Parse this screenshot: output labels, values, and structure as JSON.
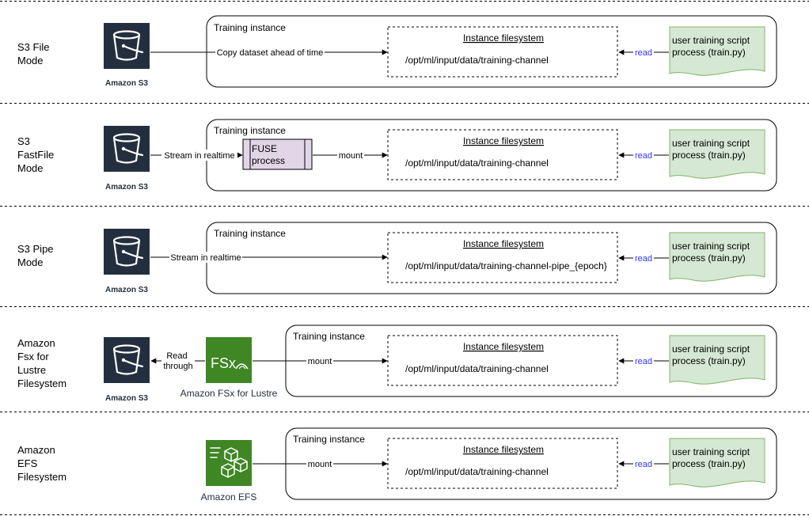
{
  "colors": {
    "s3_tile": "#232f3e",
    "storage_green": "#3f8624",
    "script_fill": "#d5e8d4",
    "script_stroke": "#82b366",
    "fuse_fill": "#e1d5e7",
    "read_text": "#3333ff"
  },
  "common": {
    "training_instance": "Training instance",
    "instance_filesystem": "Instance filesystem",
    "script_line1": "user training script",
    "script_line2": "process (train.py)",
    "read": "read",
    "s3_name": "Amazon S3",
    "s3_icon": "s3-bucket-icon"
  },
  "rows": [
    {
      "id": "file",
      "mode": [
        "S3 File",
        "Mode"
      ],
      "connector": "Copy dataset ahead of time",
      "path": "/opt/ml/input/data/training-channel"
    },
    {
      "id": "fastfile",
      "mode": [
        "S3",
        "FastFile",
        "Mode"
      ],
      "connector": "Stream in realtime",
      "fuse": [
        "FUSE",
        "process"
      ],
      "mount": "mount",
      "path": "/opt/ml/input/data/training-channel"
    },
    {
      "id": "pipe",
      "mode": [
        "S3 Pipe",
        "Mode"
      ],
      "connector": "Stream in realtime",
      "path": "/opt/ml/input/data/training-channel-pipe_{epoch}"
    },
    {
      "id": "fsx",
      "mode": [
        "Amazon",
        "Fsx for",
        "Lustre",
        "Filesystem"
      ],
      "read_through": [
        "Read",
        "through"
      ],
      "service_name": "Amazon FSx for Lustre",
      "service_icon": "fsx-lustre-icon",
      "service_glyph": "FSx",
      "mount": "mount",
      "path": "/opt/ml/input/data/training-channel"
    },
    {
      "id": "efs",
      "mode": [
        "Amazon",
        "EFS",
        "Filesystem"
      ],
      "service_name": "Amazon EFS",
      "service_icon": "efs-icon",
      "mount": "mount",
      "path": "/opt/ml/input/data/training-channel"
    }
  ]
}
